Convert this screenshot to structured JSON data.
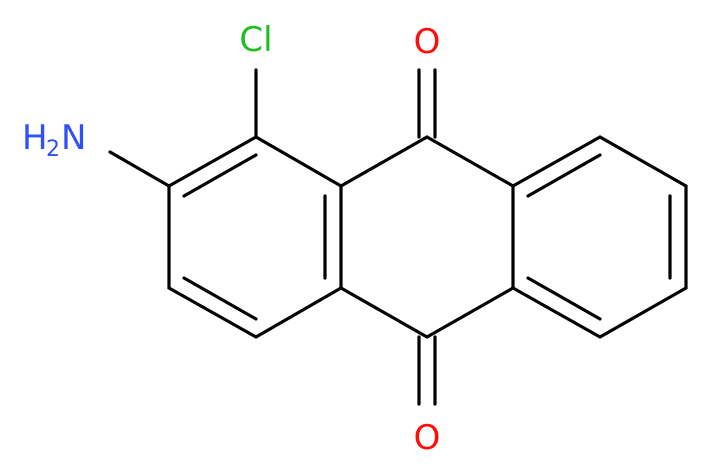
{
  "molecule": {
    "atoms": {
      "oxygen_top": {
        "text": "O",
        "color": "#ff0d0d"
      },
      "oxygen_bottom": {
        "text": "O",
        "color": "#ff0d0d"
      },
      "chlorine": {
        "text": "Cl",
        "color": "#1fbf1f"
      },
      "amine": {
        "element": "H",
        "subscript": "2",
        "tail": "N",
        "color": "#3050f8"
      }
    }
  }
}
